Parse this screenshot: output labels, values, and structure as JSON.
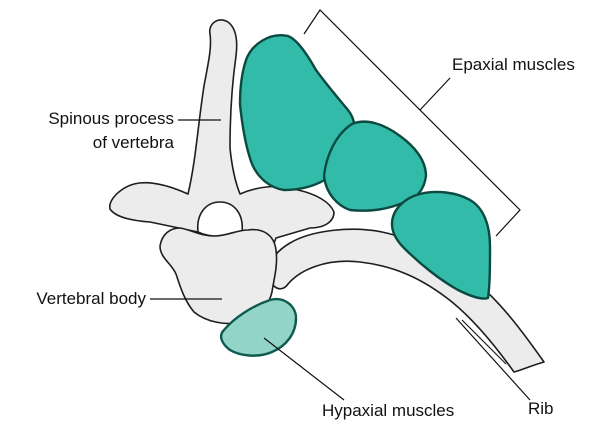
{
  "labels": {
    "spinous_line1": "Spinous process",
    "spinous_line2": "of vertebra",
    "vertebral_body": "Vertebral body",
    "epaxial": "Epaxial muscles",
    "hypaxial": "Hypaxial muscles",
    "rib": "Rib"
  },
  "colors": {
    "bone_fill": "#ececec",
    "outline": "#1e1e1e",
    "epaxial_fill": "#33bba9",
    "epaxial_stroke": "#0b4a40",
    "hypaxial_fill": "#93d4c9",
    "hypaxial_stroke": "#0f5a4e",
    "leader": "#111111"
  }
}
